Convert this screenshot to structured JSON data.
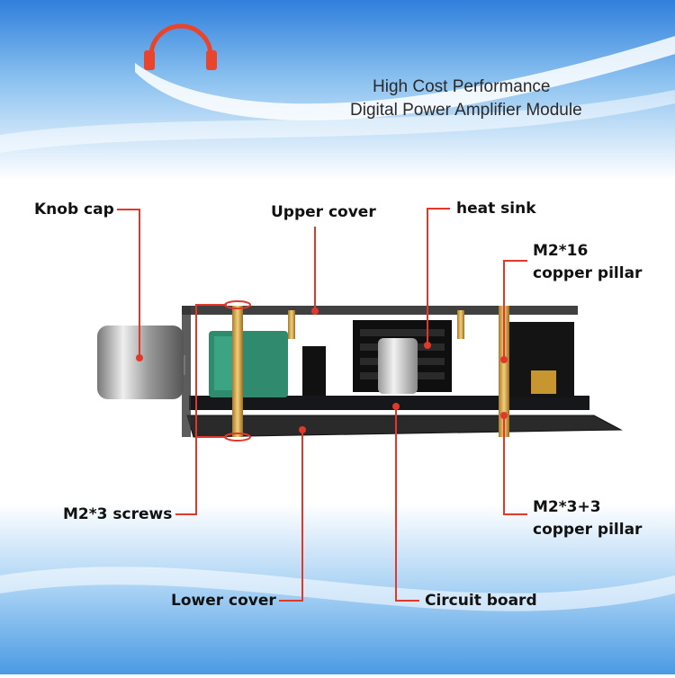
{
  "header": {
    "line1": "High Cost Performance",
    "line2": "Digital Power Amplifier Module",
    "logo_icon": "headphones-icon",
    "logo_color": "#e8452c"
  },
  "callouts": {
    "knob_cap": "Knob cap",
    "upper_cover": "Upper cover",
    "heat_sink": "heat sink",
    "m2_16_line1": "M2*16",
    "m2_16_line2": "copper pillar",
    "m2_3_screws": "M2*3 screws",
    "m2_33_line1": "M2*3+3",
    "m2_33_line2": "copper pillar",
    "lower_cover": "Lower cover",
    "circuit_board": "Circuit board"
  },
  "colors": {
    "leader": "#e0382a",
    "sky": "#3a8be0",
    "board": "#1b1d22",
    "inductor": "#2f8a6e"
  }
}
